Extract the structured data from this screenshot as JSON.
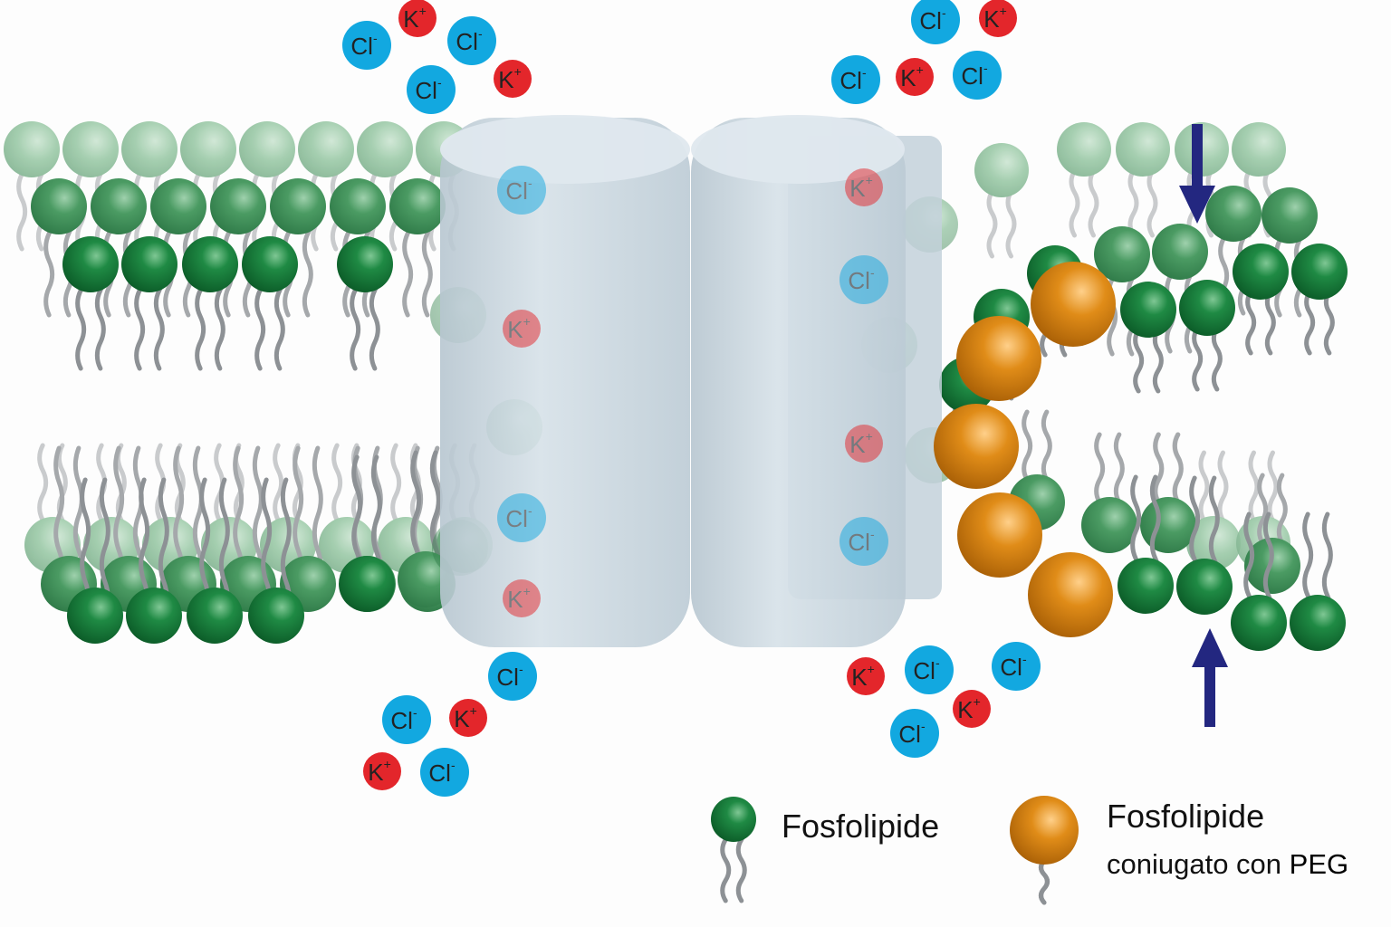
{
  "ions": {
    "chloride_label": "Cl",
    "chloride_charge": "-",
    "potassium_label": "K",
    "potassium_charge": "+"
  },
  "legend": {
    "phospholipid": "Fosfolipide",
    "peg_phospholipid_line1": "Fosfolipide",
    "peg_phospholipid_line2": "coniugato con ",
    "peg_phospholipid_bold": "PEG"
  },
  "colors": {
    "chloride": "#12a8e0",
    "potassium": "#e3262b",
    "phospholipid": "#1a7a3a",
    "peg": "#d4800e",
    "channel": "#c9d6de",
    "arrow": "#232780"
  }
}
